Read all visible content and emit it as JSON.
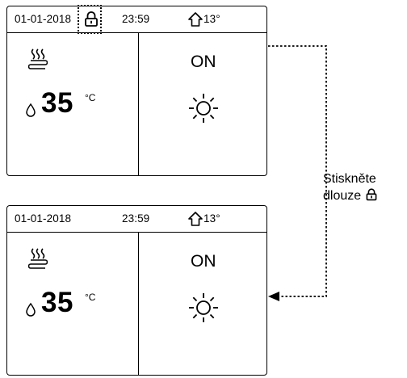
{
  "panels": [
    {
      "date": "01-01-2018",
      "time": "23:59",
      "outdoor_temp": "13°",
      "set_temperature": "35",
      "unit": "°C",
      "status": "ON"
    },
    {
      "date": "01-01-2018",
      "time": "23:59",
      "outdoor_temp": "13°",
      "set_temperature": "35",
      "unit": "°C",
      "status": "ON"
    }
  ],
  "instruction": {
    "line1": "Stiskněte",
    "line2": "dlouze"
  },
  "icons": {
    "lock": "lock-icon",
    "heating": "heating-icon",
    "water_drop": "water-drop-icon",
    "outdoor": "house-icon",
    "mode": "sun-icon"
  }
}
